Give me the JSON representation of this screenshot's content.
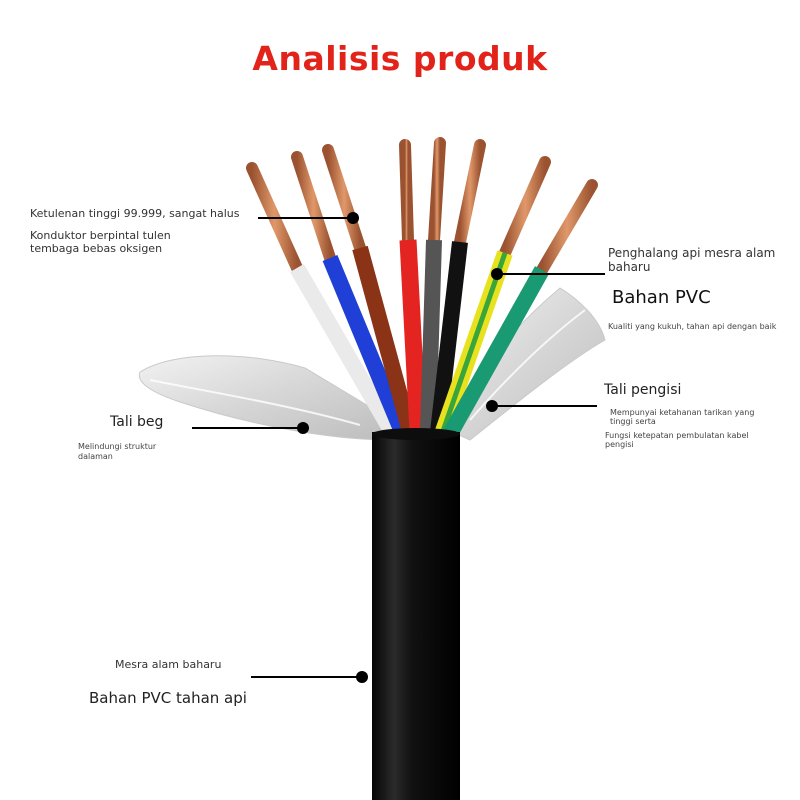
{
  "title": "Analisis produk",
  "colors": {
    "title": "#e2231a",
    "copper": "#c97a4a",
    "jacket": "#141414",
    "callout_line": "#000000"
  },
  "wires": [
    "white",
    "blue",
    "brown",
    "red",
    "grey",
    "black",
    "yellow-green",
    "green"
  ],
  "callouts": {
    "conductor": {
      "line1": "Ketulenan tinggi 99.999, sangat halus",
      "line2a": "Konduktor berpintal tulen",
      "line2b": "tembaga bebas oksigen"
    },
    "insulation": {
      "line1a": "Penghalang api mesra alam",
      "line1b": "baharu",
      "heading": "Bahan PVC",
      "note": "Kualiti yang kukuh, tahan api dengan baik"
    },
    "wrap": {
      "heading": "Tali beg",
      "note_a": "Melindungi struktur",
      "note_b": "dalaman"
    },
    "filler": {
      "heading": "Tali pengisi",
      "note_a": "Mempunyai ketahanan tarikan yang",
      "note_b": "tinggi serta",
      "note_c": "Fungsi ketepatan pembulatan kabel",
      "note_d": "pengisi"
    },
    "jacket": {
      "line1": "Mesra alam baharu",
      "heading": "Bahan PVC tahan api"
    }
  }
}
